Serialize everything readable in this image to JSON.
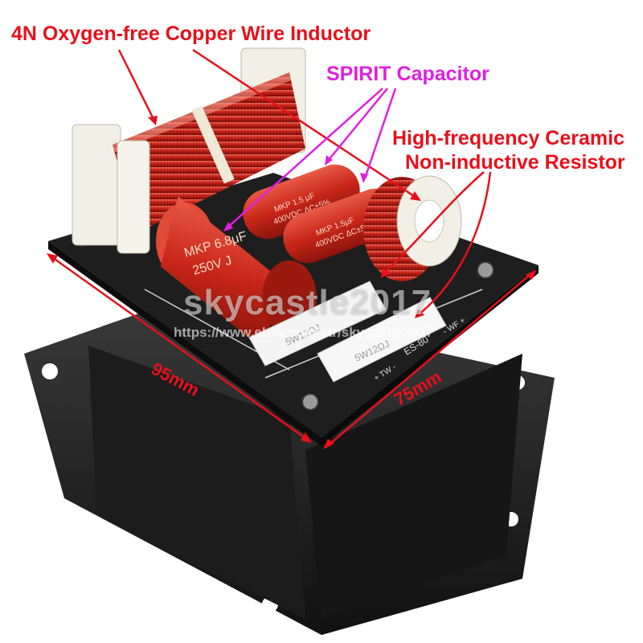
{
  "labels": {
    "inductor": "4N Oxygen-free Copper Wire Inductor",
    "capacitor": "SPIRIT Capacitor",
    "resistor_line1": "High-frequency Ceramic",
    "resistor_line2": "Non-inductive Resistor"
  },
  "dimensions": {
    "width": "95mm",
    "depth": "75mm"
  },
  "component_markings": {
    "cap_large_line1": "MKP 6.8μF",
    "cap_large_line2": "250V J",
    "cap_small1_line1": "MKP 1.5 μF",
    "cap_small1_line2": "400VDC ΔC±5%",
    "cap_small2_line1": "MKP 1.5μF",
    "cap_small2_line2": "400VDC ΔC±5%",
    "resistor1": "5W12ΩJ",
    "resistor2": "5W12ΩJ",
    "board_text": "ES-80",
    "terminal_tw": "+ TW -",
    "terminal_wf": "- WF +"
  },
  "watermark": {
    "name": "skycastle2017",
    "url": "https://www.ebay.com/str/skycastle2017"
  },
  "colors": {
    "label_red": "#e8101a",
    "label_magenta": "#e020e0",
    "copper_red": "#c8281e",
    "board_black": "#1a1a1a"
  }
}
